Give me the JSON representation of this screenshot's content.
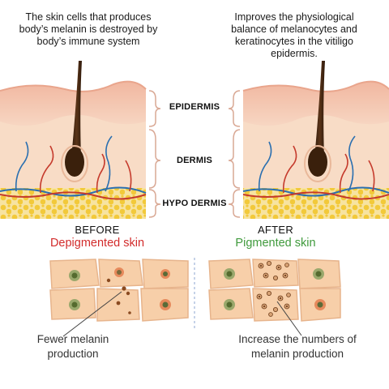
{
  "captions": {
    "left_top": [
      "The skin cells that produces",
      "body’s melanin is destroyed by",
      "body’s immune system"
    ],
    "right_top": [
      "Improves the physiological",
      "balance of melanocytes and",
      "keratinocytes in the vitiligo",
      "epidermis."
    ]
  },
  "layers": {
    "epidermis": "EPIDERMIS",
    "dermis": "DERMIS",
    "hypodermis": "HYPO DERMIS"
  },
  "before": {
    "label": "BEFORE",
    "status": "Depigmented skin",
    "note": [
      "Fewer melanin",
      "production"
    ]
  },
  "after": {
    "label": "AFTER",
    "status": "Pigmented skin",
    "note": [
      "Increase the numbers of",
      "melanin production"
    ]
  },
  "colors": {
    "epidermis_top": "#f4c6b0",
    "dermis": "#f8dcc6",
    "hypodermis_fat": "#f4cf48",
    "hair": "#4a2a12",
    "red_text": "#d22b2b",
    "green_text": "#3f9a3c"
  }
}
